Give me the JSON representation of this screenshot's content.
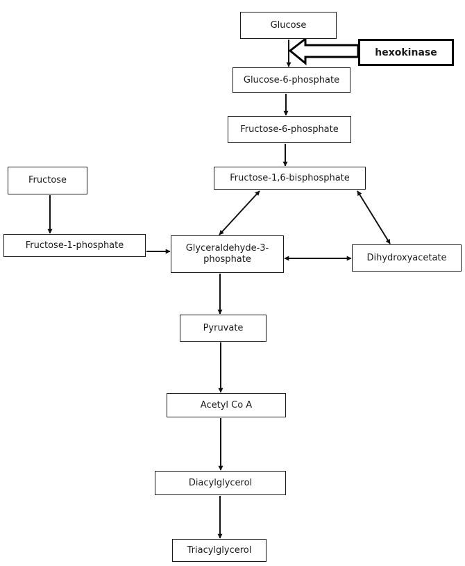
{
  "nodes": {
    "glucose": "Glucose",
    "hexokinase": "hexokinase",
    "glucose_6_phosphate": "Glucose-6-phosphate",
    "fructose_6_phosphate": "Fructose-6-phosphate",
    "fructose_1_6_bisphosphate": "Fructose-1,6-bisphosphate",
    "fructose": "Fructose",
    "fructose_1_phosphate": "Fructose-1-phosphate",
    "glyceraldehyde_3_phosphate": "Glyceraldehyde-3-\nphosphate",
    "dihydroxyacetate": "Dihydroxyacetate",
    "pyruvate": "Pyruvate",
    "acetyl_coa": "Acetyl Co A",
    "diacylglycerol": "Diacylglycerol",
    "triacylglycerol": "Triacylglycerol"
  },
  "edges": [
    {
      "from": "Glucose",
      "to": "Glucose-6-phosphate",
      "direction": "forward"
    },
    {
      "from": "hexokinase",
      "to": "Glucose → Glucose-6-phosphate",
      "direction": "forward",
      "style": "hollow-block-arrow"
    },
    {
      "from": "Glucose-6-phosphate",
      "to": "Fructose-6-phosphate",
      "direction": "forward"
    },
    {
      "from": "Fructose-6-phosphate",
      "to": "Fructose-1,6-bisphosphate",
      "direction": "forward"
    },
    {
      "from": "Fructose-1,6-bisphosphate",
      "to": "Glyceraldehyde-3-phosphate",
      "direction": "both"
    },
    {
      "from": "Fructose-1,6-bisphosphate",
      "to": "Dihydroxyacetate",
      "direction": "both"
    },
    {
      "from": "Glyceraldehyde-3-phosphate",
      "to": "Dihydroxyacetate",
      "direction": "both"
    },
    {
      "from": "Fructose",
      "to": "Fructose-1-phosphate",
      "direction": "forward"
    },
    {
      "from": "Fructose-1-phosphate",
      "to": "Glyceraldehyde-3-phosphate",
      "direction": "forward"
    },
    {
      "from": "Glyceraldehyde-3-phosphate",
      "to": "Pyruvate",
      "direction": "forward"
    },
    {
      "from": "Pyruvate",
      "to": "Acetyl Co A",
      "direction": "forward"
    },
    {
      "from": "Acetyl Co A",
      "to": "Diacylglycerol",
      "direction": "forward"
    },
    {
      "from": "Diacylglycerol",
      "to": "Triacylglycerol",
      "direction": "forward"
    }
  ],
  "colors": {
    "line": "#111111",
    "box_border": "#1a1a1a",
    "background": "#ffffff"
  }
}
